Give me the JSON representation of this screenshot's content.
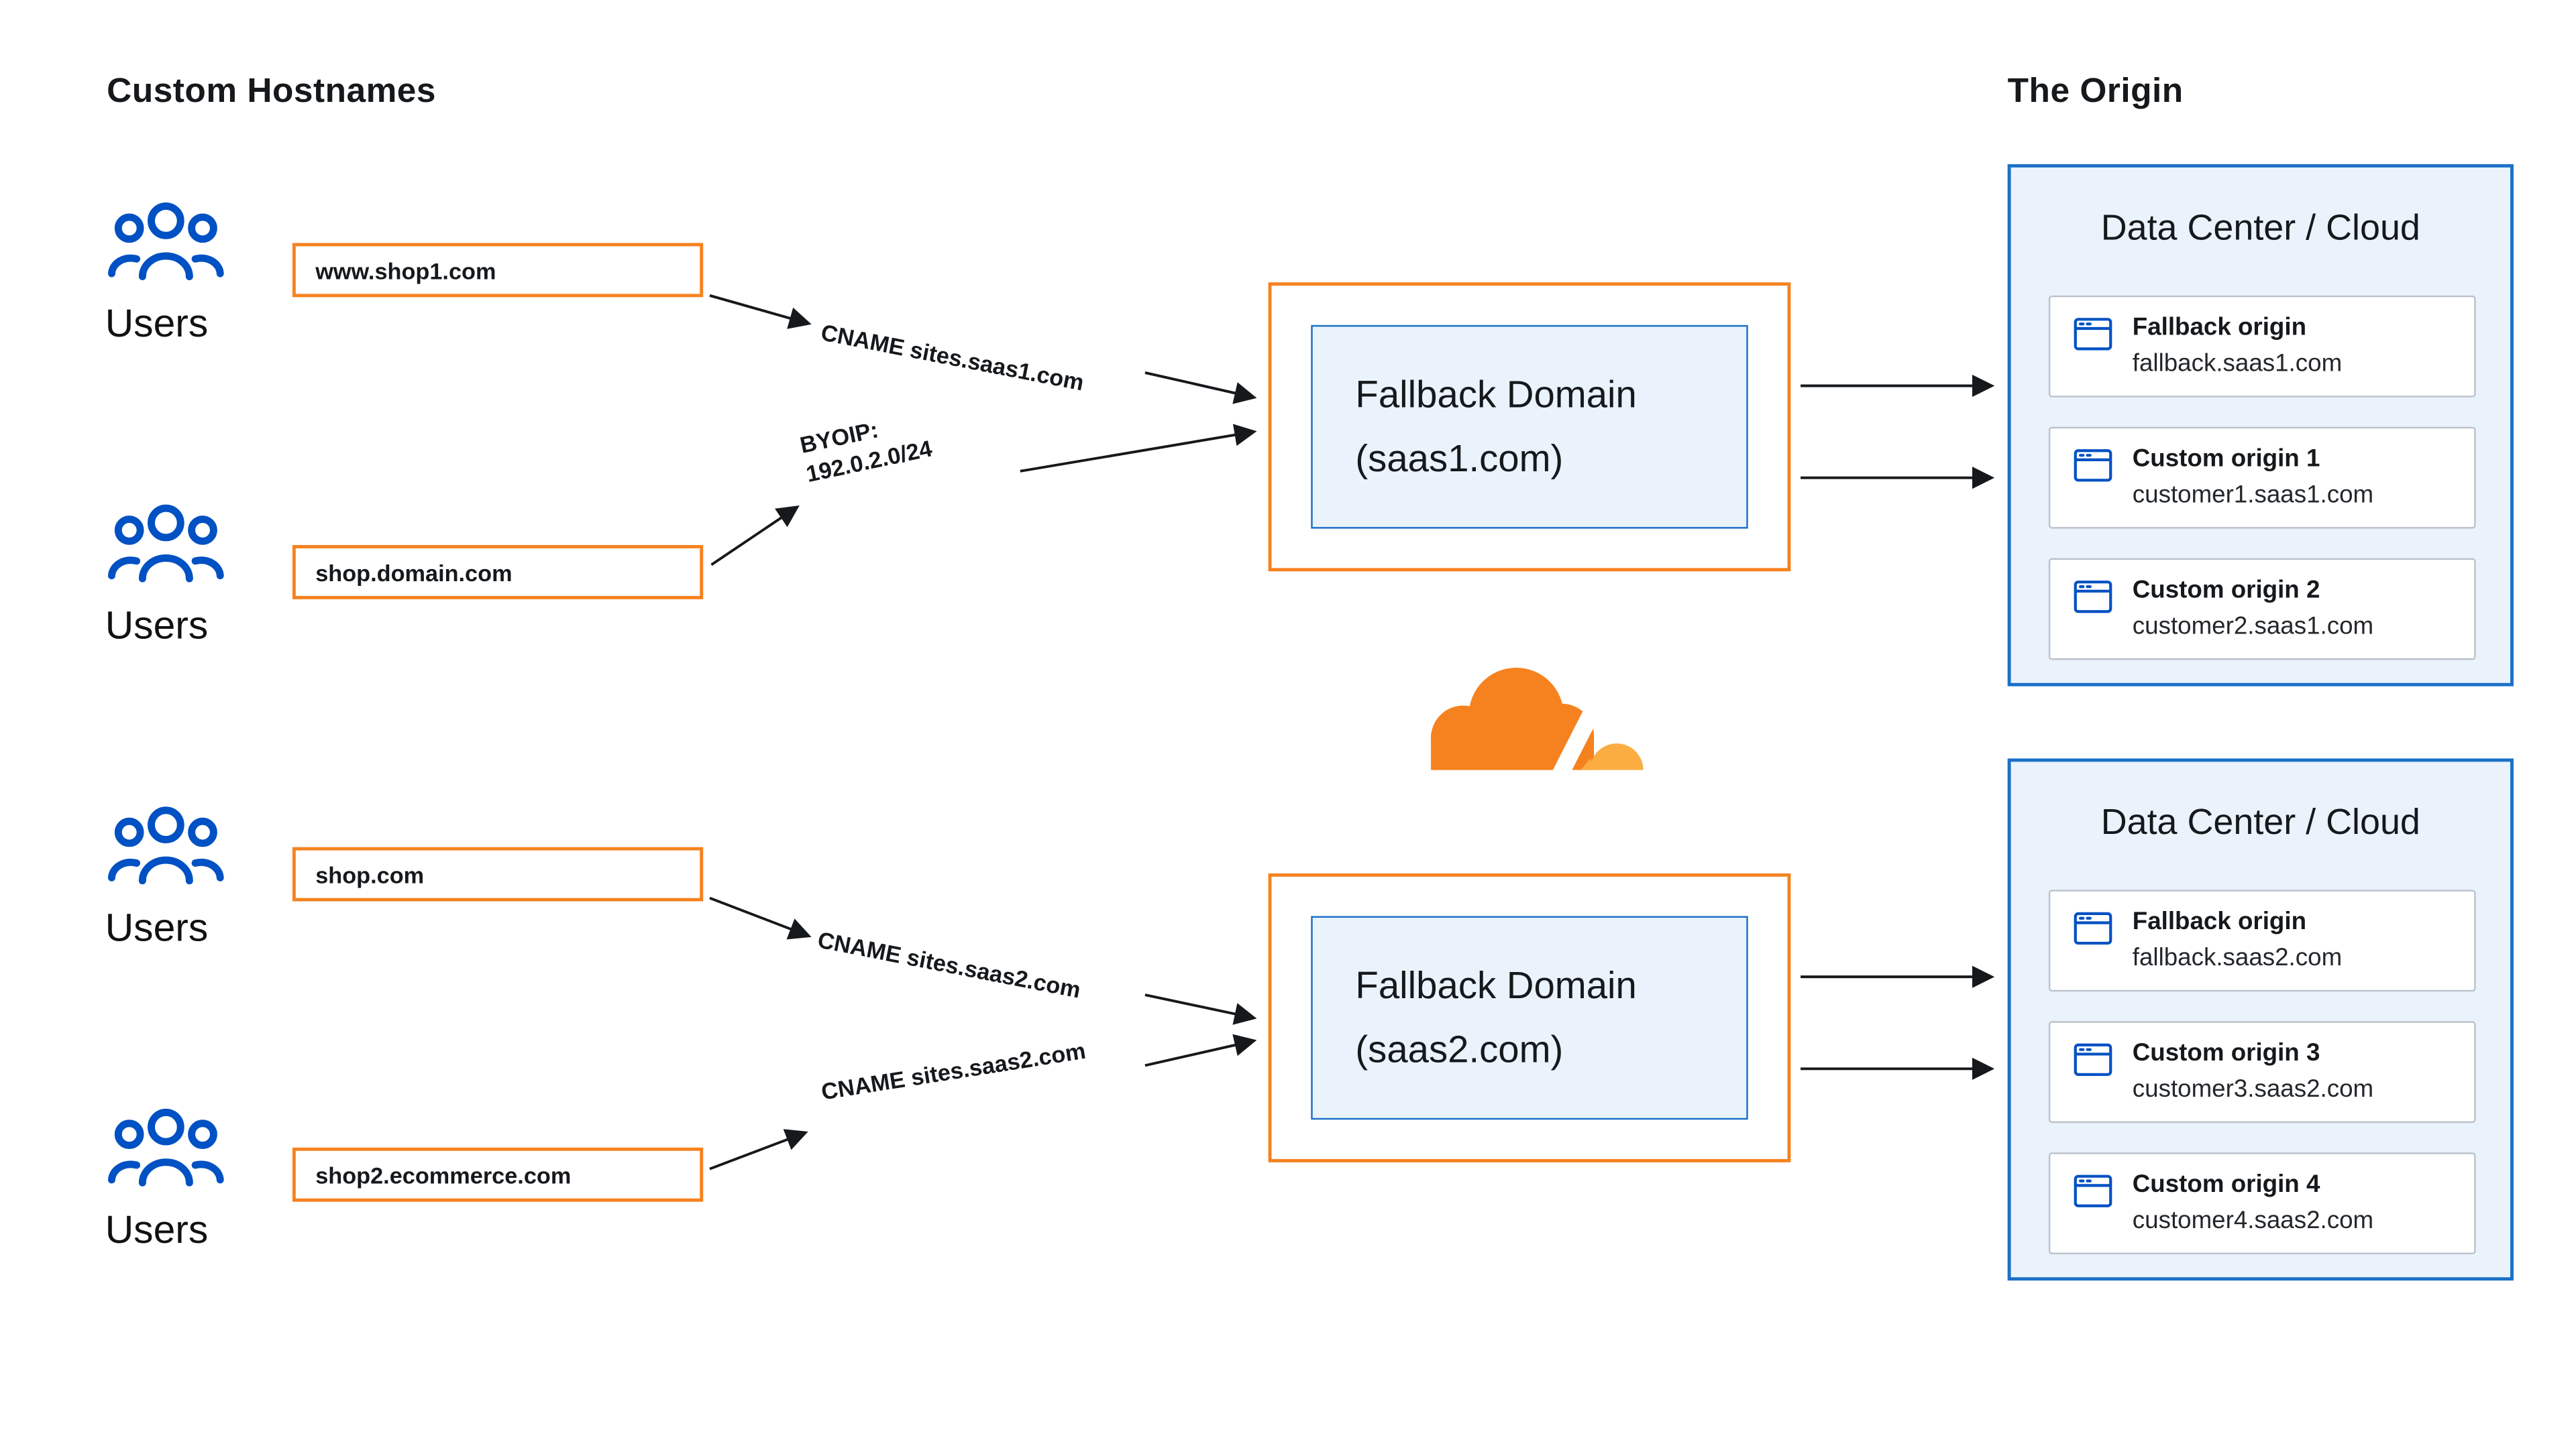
{
  "titles": {
    "left": "Custom Hostnames",
    "right": "The Origin"
  },
  "users_label": "Users",
  "hostnames": [
    {
      "label": "www.shop1.com"
    },
    {
      "label": "shop.domain.com"
    },
    {
      "label": "shop.com"
    },
    {
      "label": "shop2.ecommerce.com"
    }
  ],
  "connections": [
    {
      "line1": "CNAME sites.saas1.com"
    },
    {
      "line1": "BYOIP:",
      "line2": "192.0.2.0/24"
    },
    {
      "line1": "CNAME sites.saas2.com"
    },
    {
      "line1": "CNAME sites.saas2.com"
    }
  ],
  "fallback_domains": [
    {
      "line1": "Fallback Domain",
      "line2": "(saas1.com)"
    },
    {
      "line1": "Fallback Domain",
      "line2": "(saas2.com)"
    }
  ],
  "data_centers": [
    {
      "title": "Data Center / Cloud",
      "origins": [
        {
          "name": "Fallback origin",
          "host": "fallback.saas1.com"
        },
        {
          "name": "Custom origin 1",
          "host": "customer1.saas1.com"
        },
        {
          "name": "Custom origin 2",
          "host": "customer2.saas1.com"
        }
      ]
    },
    {
      "title": "Data Center / Cloud",
      "origins": [
        {
          "name": "Fallback origin",
          "host": "fallback.saas2.com"
        },
        {
          "name": "Custom origin 3",
          "host": "customer3.saas2.com"
        },
        {
          "name": "Custom origin 4",
          "host": "customer4.saas2.com"
        }
      ]
    }
  ],
  "icons": {
    "users": "users-icon",
    "origin_card": "browser-window-icon",
    "logo": "cloudflare-logo"
  },
  "colors": {
    "orange": "#F6821F",
    "orange_light": "#FBAD41",
    "blue": "#1A70C7",
    "lightblue": "#EAF3FC",
    "iconblue": "#0051C3",
    "text": "#16191C"
  }
}
